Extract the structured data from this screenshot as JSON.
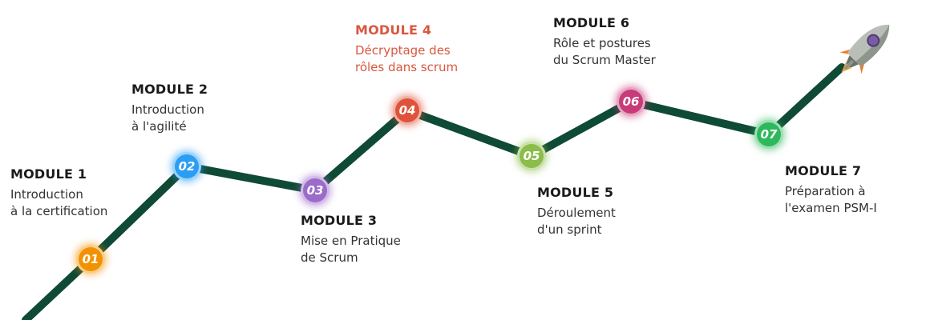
{
  "colors": {
    "path": "#0f4a36",
    "title": "#1a1a1a",
    "text": "#333333",
    "highlight": "#d9573f"
  },
  "modules": [
    {
      "num": "01",
      "title": "MODULE 1",
      "desc1": "Introduction",
      "desc2": "à la certification",
      "color": "#f39200"
    },
    {
      "num": "02",
      "title": "MODULE 2",
      "desc1": "Introduction",
      "desc2": "à l'agilité",
      "color": "#2a9df4"
    },
    {
      "num": "03",
      "title": "MODULE 3",
      "desc1": "Mise en Pratique",
      "desc2": "de Scrum",
      "color": "#9b6bc9"
    },
    {
      "num": "04",
      "title": "MODULE 4",
      "desc1": "Décryptage des",
      "desc2": "rôles dans scrum",
      "color": "#e0533a"
    },
    {
      "num": "05",
      "title": "MODULE 5",
      "desc1": "Déroulement",
      "desc2": "d'un sprint",
      "color": "#8bbd4a"
    },
    {
      "num": "06",
      "title": "MODULE 6",
      "desc1": "Rôle et postures",
      "desc2": "du Scrum Master",
      "color": "#c83a78"
    },
    {
      "num": "07",
      "title": "MODULE 7",
      "desc1": "Préparation à",
      "desc2": "l'examen PSM-I",
      "color": "#2eb85c"
    }
  ],
  "rocket_icon": "rocket-icon"
}
